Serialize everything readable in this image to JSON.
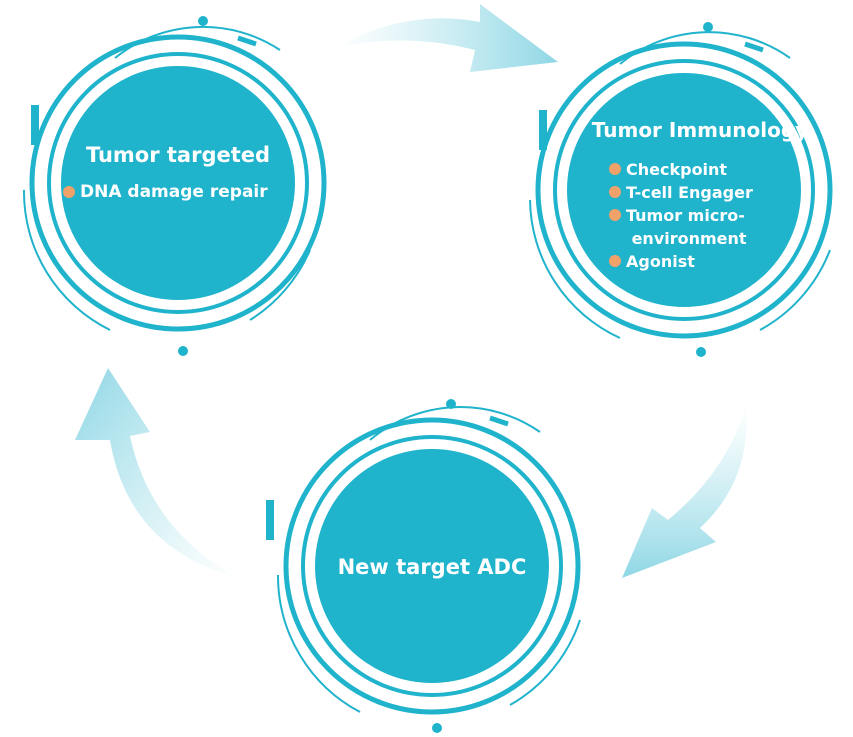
{
  "colors": {
    "circle_fill": "#1fb3cc",
    "ring": "#1fb3cc",
    "arrow": "#aee3ec",
    "bullet": "#f1a26a",
    "text": "#ffffff"
  },
  "nodes": [
    {
      "title": "Tumor targeted",
      "items": [
        "DNA damage repair"
      ]
    },
    {
      "title": "Tumor Immunology",
      "items": [
        "Checkpoint",
        "T-cell Engager",
        "Tumor micro- environment",
        "Agonist"
      ]
    },
    {
      "title": "New target ADC",
      "items": []
    }
  ]
}
